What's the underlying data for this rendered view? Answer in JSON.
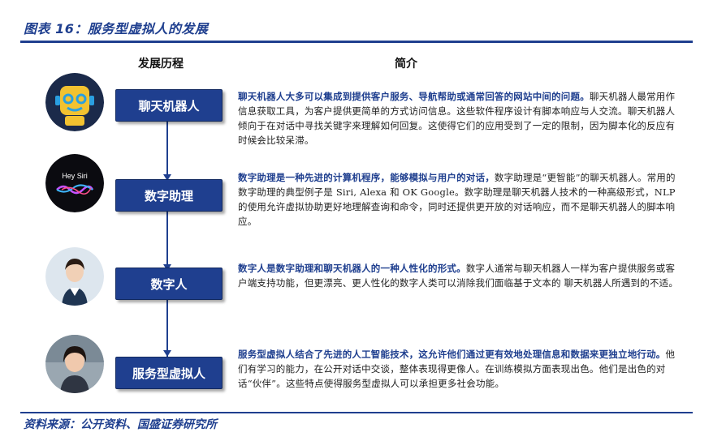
{
  "title": "图表 16：服务型虚拟人的发展",
  "columns": {
    "stage": "发展历程",
    "desc": "简介"
  },
  "stages": [
    {
      "label": "聊天机器人",
      "lead": "聊天机器人大多可以集成到提供客户服务、导航帮助或通常回答的网站中间的问题。",
      "body": "聊天机器人最常用作信息获取工具，为客户提供更简单的方式访问信息。这些软件程序设计有脚本响应与人交流。聊天机器人倾向于在对话中寻找关键字来理解如何回复。这使得它们的应用受到了一定的限制，因为脚本化的反应有时候会比较呆滞。",
      "icon": "robot-icon"
    },
    {
      "label": "数字助理",
      "lead": "数字助理是一种先进的计算机程序，能够模拟与用户的对话，",
      "body": "数字助理是“更智能”的聊天机器人。常用的数字助理的典型例子是 Siri, Alexa 和 OK Google。数字助理是聊天机器人技术的一种高级形式，NLP 的使用允许虚拟协助更好地理解查询和命令，同时还提供更开放的对话响应，而不是聊天机器人的脚本响应。",
      "icon": "siri-icon",
      "icon_text": "Hey Siri"
    },
    {
      "label": "数字人",
      "lead": "数字人是数字助理和聊天机器人的一种人性化的形式。",
      "body": "数字人通常与聊天机器人一样为客户提供服务或客户端支持功能，但更漂亮、更人性化的数字人类可以消除我们面临基于文本的 聊天机器人所遇到的不适。",
      "icon": "digital-human-icon"
    },
    {
      "label": "服务型虚拟人",
      "lead": "服务型虚拟人结合了先进的人工智能技术，这允许他们通过更有效地处理信息和数据来更独立地行动。",
      "body": "他们有学习的能力，在公开对话中交谈，整体表现得更像人。在训练模拟方面表现出色。他们是出色的对话“伙伴”。这些特点使得服务型虚拟人可以承担更多社会功能。",
      "icon": "virtual-human-icon"
    }
  ],
  "source": "资料来源：公开资料、国盛证券研究所",
  "colors": {
    "brand": "#1f3f8f",
    "lead_text": "#1f3f8f"
  }
}
